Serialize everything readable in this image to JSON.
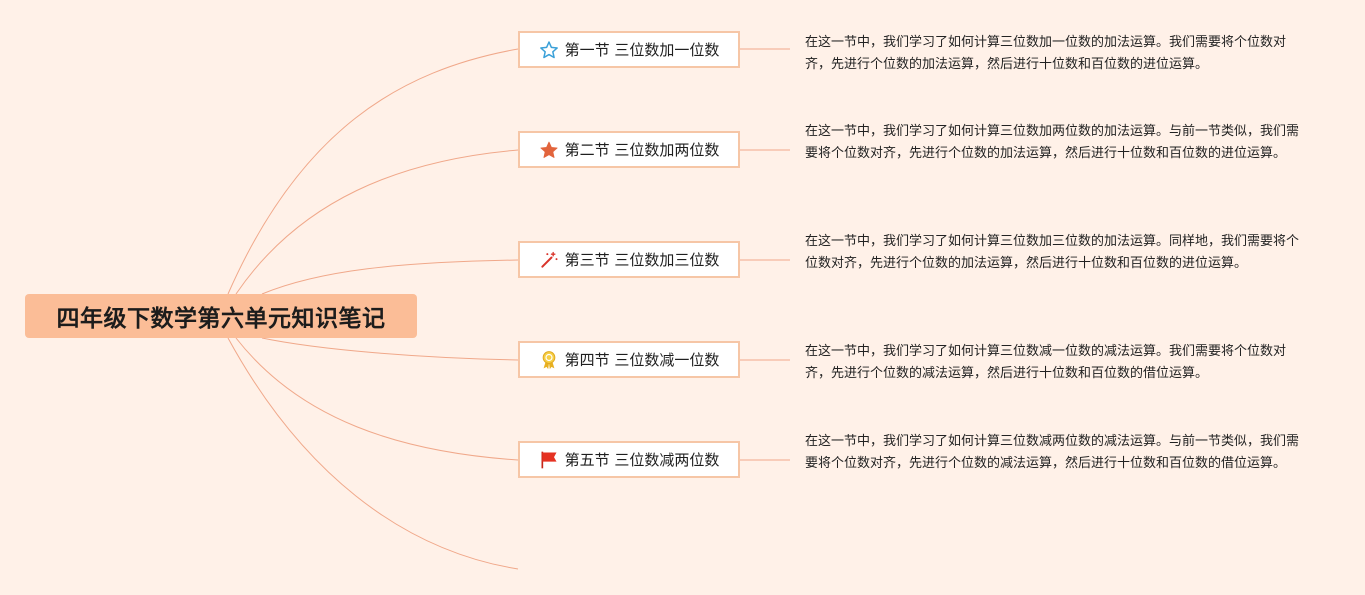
{
  "mindmap": {
    "root": {
      "title": "四年级下数学第六单元知识笔记",
      "color": "#fbbd97"
    },
    "line_color": "#f0a88a",
    "topics": [
      {
        "label": "第一节 三位数加一位数",
        "icon": "star-outline-icon",
        "icon_color": "#3aa0d8",
        "note": "在这一节中，我们学习了如何计算三位数加一位数的加法运算。我们需要将个位数对齐，先进行个位数的加法运算，然后进行十位数和百位数的进位运算。"
      },
      {
        "label": "第二节 三位数加两位数",
        "icon": "star-filled-icon",
        "icon_color": "#e2643c",
        "note": "在这一节中，我们学习了如何计算三位数加两位数的加法运算。与前一节类似，我们需要将个位数对齐，先进行个位数的加法运算，然后进行十位数和百位数的进位运算。"
      },
      {
        "label": "第三节 三位数加三位数",
        "icon": "magic-wand-icon",
        "icon_color": "#d9342b",
        "note": "在这一节中，我们学习了如何计算三位数加三位数的加法运算。同样地，我们需要将个位数对齐，先进行个位数的加法运算，然后进行十位数和百位数的进位运算。"
      },
      {
        "label": "第四节 三位数减一位数",
        "icon": "award-medal-icon",
        "icon_color": "#f1c232",
        "note": "在这一节中，我们学习了如何计算三位数减一位数的减法运算。我们需要将个位数对齐，先进行个位数的减法运算，然后进行十位数和百位数的借位运算。"
      },
      {
        "label": "第五节 三位数减两位数",
        "icon": "flag-icon",
        "icon_color": "#e53222",
        "note": "在这一节中，我们学习了如何计算三位数减两位数的减法运算。与前一节类似，我们需要将个位数对齐，先进行个位数的减法运算，然后进行十位数和百位数的借位运算。"
      }
    ]
  }
}
